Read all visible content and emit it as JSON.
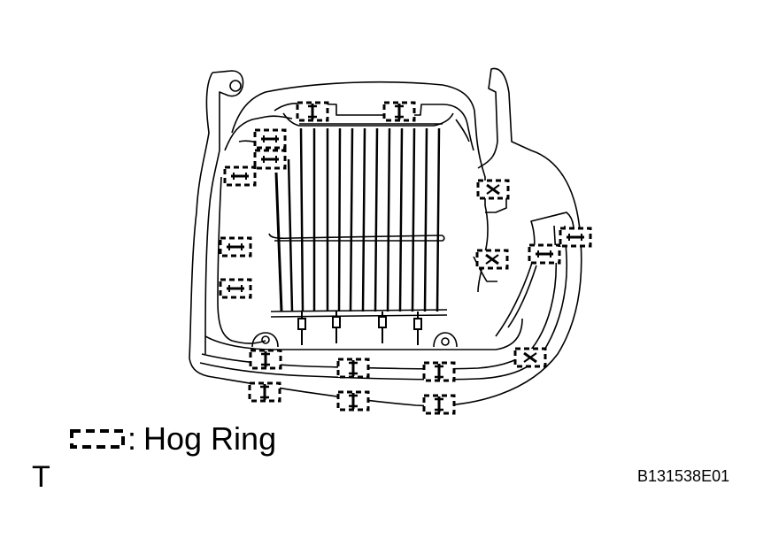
{
  "legend": {
    "colon": ":",
    "label": "Hog Ring"
  },
  "corner_mark": "T",
  "figure_code": "B131538E01",
  "colors": {
    "line": "#000000",
    "background": "#ffffff"
  },
  "icons": {
    "hog_ring_symbol": "dashed-bracket-icon"
  }
}
